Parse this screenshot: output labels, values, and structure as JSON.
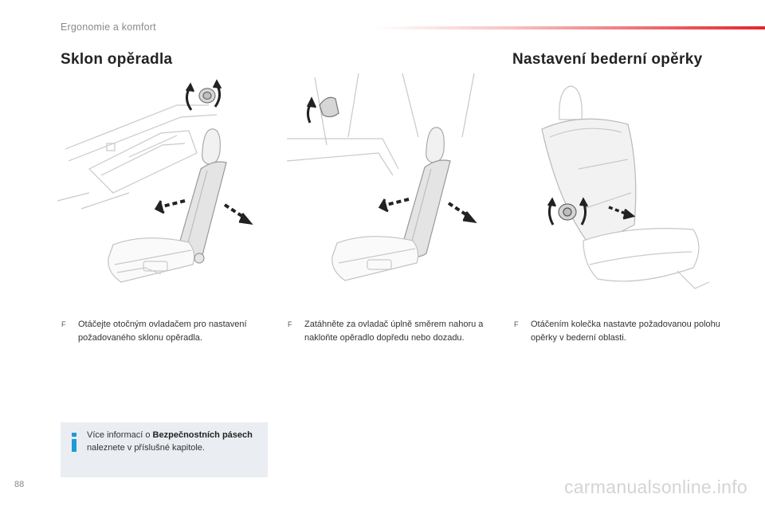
{
  "header": {
    "chapter": "Ergonomie a komfort",
    "accent_color": "#e4262c"
  },
  "sections": {
    "left_title": "Sklon opěradla",
    "right_title": "Nastavení bederní opěrky"
  },
  "steps": [
    {
      "bullet": "F",
      "text": "Otáčejte otočným ovladačem pro nastavení požadovaného sklonu opěradla."
    },
    {
      "bullet": "F",
      "text": "Zatáhněte za ovladač úplně směrem nahoru a nakloňte opěradlo dopředu nebo dozadu."
    },
    {
      "bullet": "F",
      "text": "Otáčením kolečka nastavte požadovanou polohu opěrky v bederní oblasti."
    }
  ],
  "info": {
    "icon": "info-icon",
    "text_before": "Více informací o ",
    "bold": "Bezpečnostních pásech",
    "text_after": " naleznete v příslušné kapitole."
  },
  "footer": {
    "page_number": "88",
    "watermark": "carmanualsonline.info"
  },
  "figures": {
    "fig1": "recline-knob-illustration",
    "fig2": "recline-lever-illustration",
    "fig3": "lumbar-wheel-illustration"
  }
}
